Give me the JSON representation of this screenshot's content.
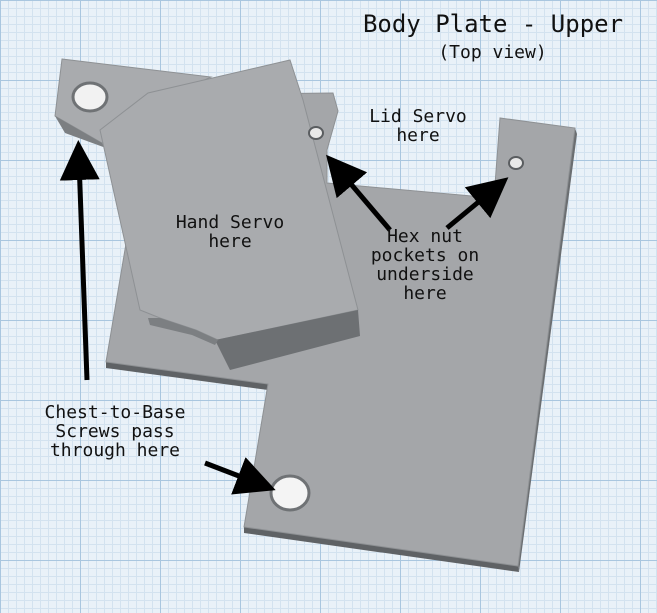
{
  "title": "Body Plate - Upper",
  "subtitle": "(Top view)",
  "labels": {
    "lid_servo": "Lid Servo\nhere",
    "hand_servo": "Hand Servo\nhere",
    "hex_nut": "Hex nut\npockets on\nunderside\nhere",
    "chest_screws": "Chest-to-Base\nScrews pass\nthrough here"
  },
  "colors": {
    "plate_top": "#a4a6a9",
    "plate_side": "#6f7275",
    "plate_edge": "#595c5f",
    "hole": "#f2f2f2",
    "arrow": "#000000",
    "grid_major": "#a9c6df",
    "grid_minor": "#d3e2ef",
    "background": "#e9f1f8"
  }
}
